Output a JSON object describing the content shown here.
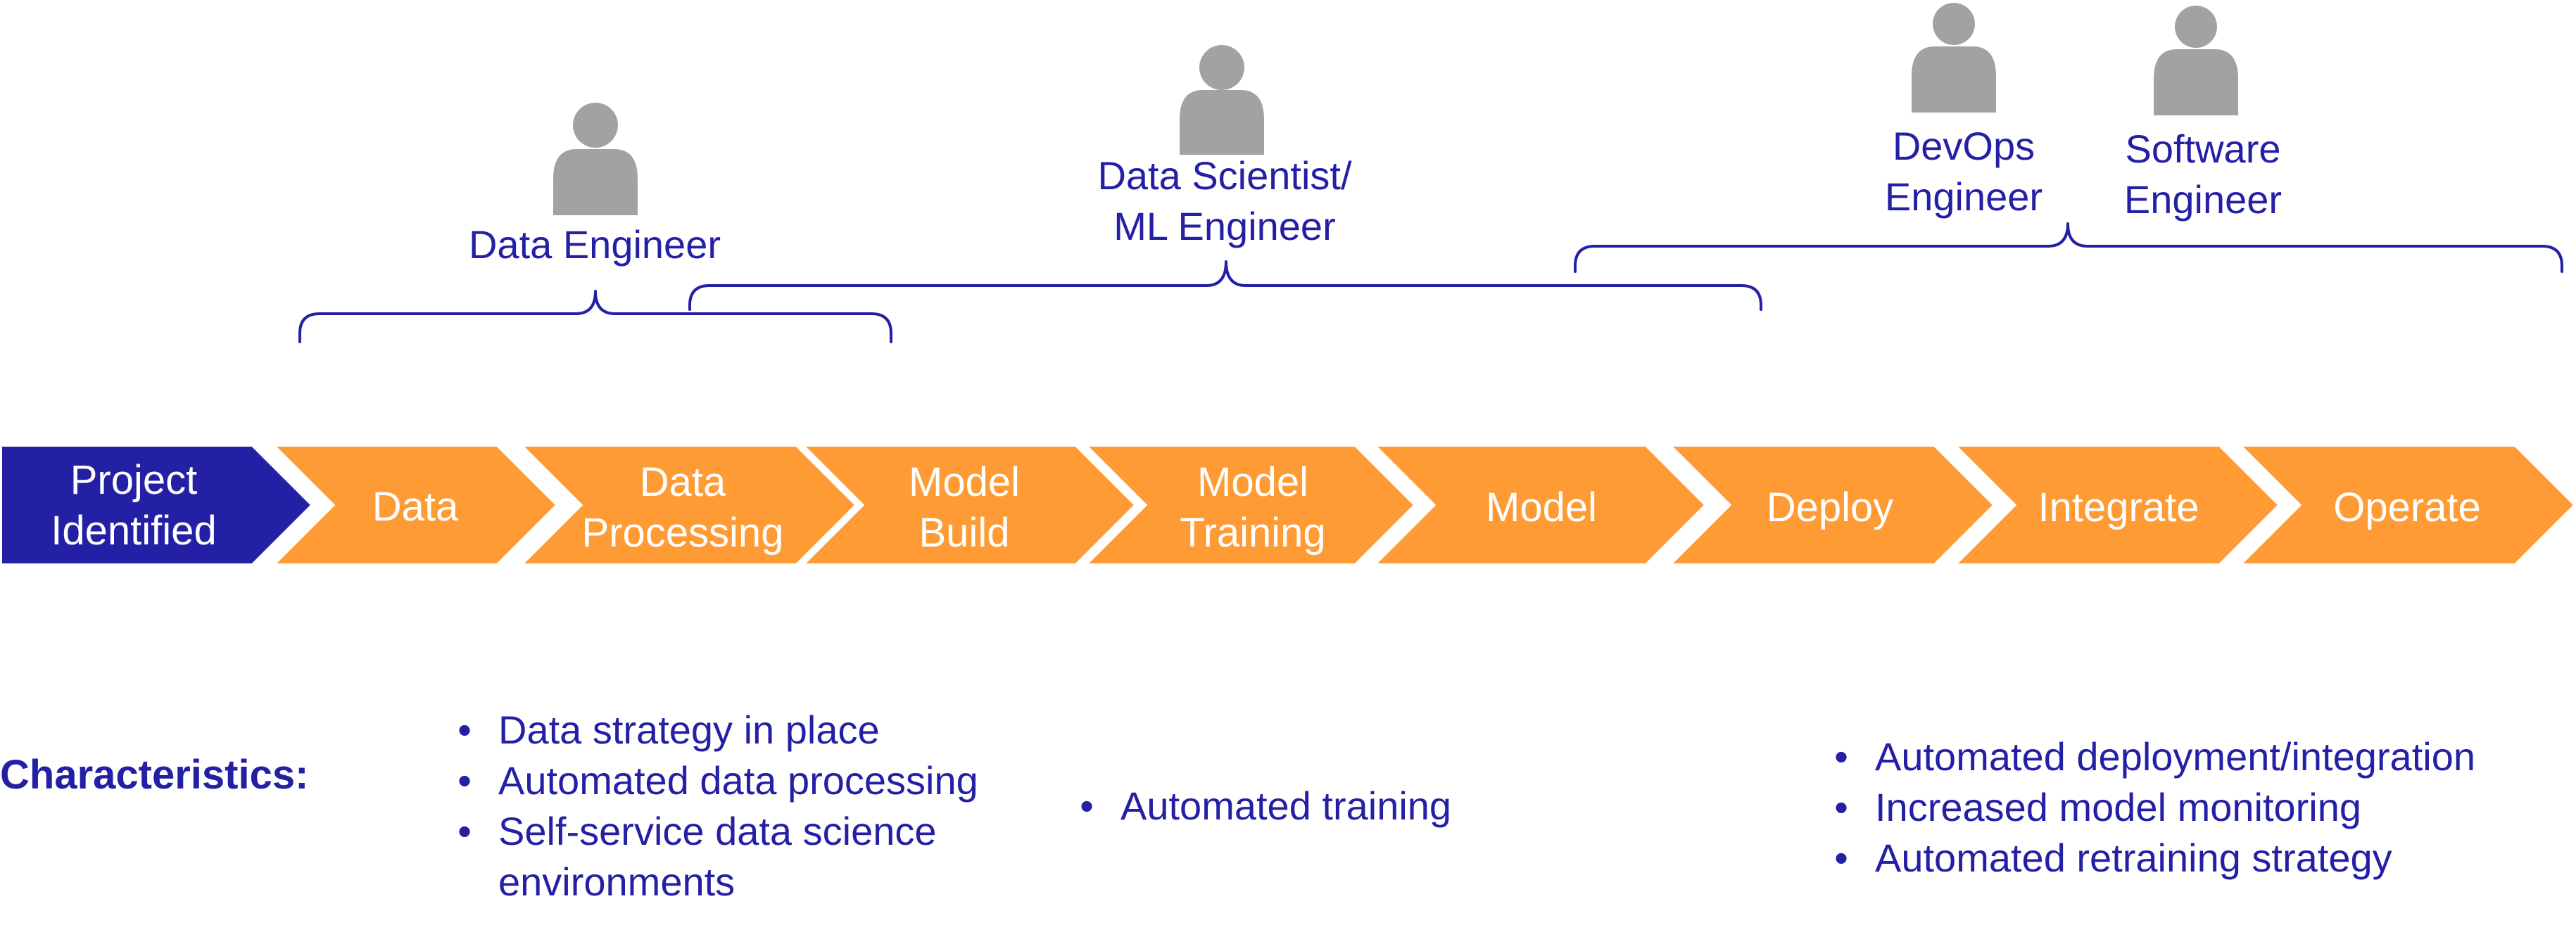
{
  "colors": {
    "primary_blue": "#2420a6",
    "accent_orange": "#fe9b35",
    "person_gray": "#a2a2a2",
    "text_white": "#ffffff"
  },
  "roles": [
    {
      "lines": [
        "Data Engineer"
      ]
    },
    {
      "lines": [
        "Data Scientist/",
        "ML Engineer"
      ]
    },
    {
      "lines": [
        "DevOps",
        "Engineer"
      ]
    },
    {
      "lines": [
        "Software",
        "Engineer"
      ]
    }
  ],
  "steps": [
    {
      "lines": [
        "Project",
        "Identified"
      ],
      "highlight": true
    },
    {
      "lines": [
        "Data"
      ]
    },
    {
      "lines": [
        "Data",
        "Processing"
      ]
    },
    {
      "lines": [
        "Model",
        "Build"
      ]
    },
    {
      "lines": [
        "Model",
        "Training"
      ]
    },
    {
      "lines": [
        "Model"
      ]
    },
    {
      "lines": [
        "Deploy"
      ]
    },
    {
      "lines": [
        "Integrate"
      ]
    },
    {
      "lines": [
        "Operate"
      ]
    }
  ],
  "characteristics": {
    "title": "Characteristics:",
    "groups": [
      {
        "items": [
          "Data strategy in place",
          "Automated data processing",
          "Self-service data science environments"
        ]
      },
      {
        "items": [
          "Automated training"
        ]
      },
      {
        "items": [
          "Automated deployment/integration",
          "Increased model monitoring",
          "Automated retraining strategy"
        ]
      }
    ]
  }
}
